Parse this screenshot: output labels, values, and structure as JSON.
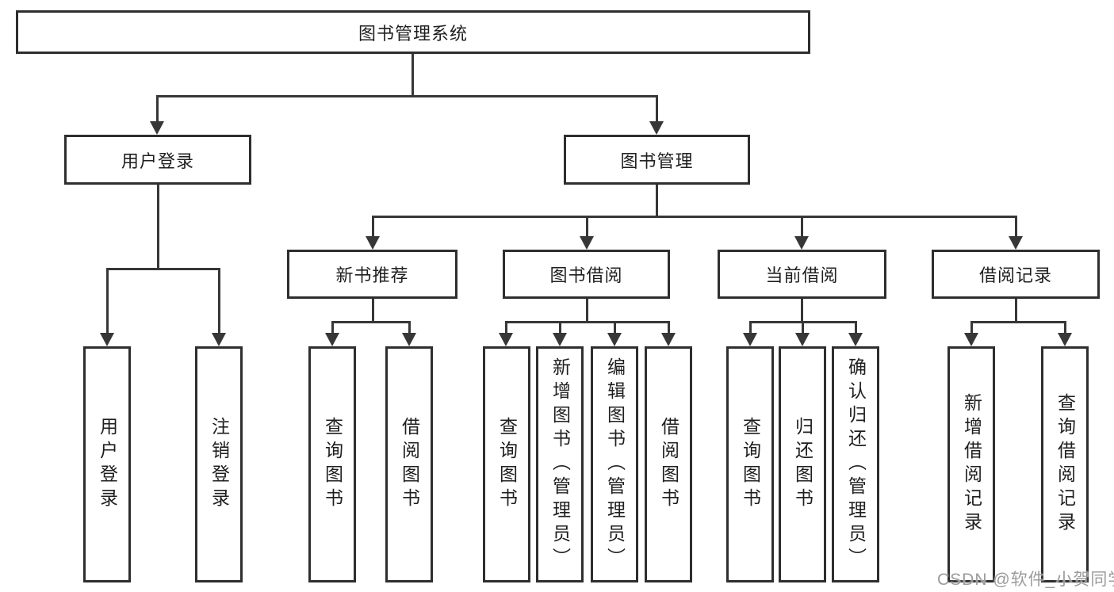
{
  "diagram": {
    "title": "图书管理系统",
    "root": {
      "label": "图书管理系统"
    },
    "level2": [
      {
        "label": "用户登录"
      },
      {
        "label": "图书管理"
      }
    ],
    "level3": [
      {
        "label": "新书推荐",
        "parent": "图书管理"
      },
      {
        "label": "图书借阅",
        "parent": "图书管理"
      },
      {
        "label": "当前借阅",
        "parent": "图书管理"
      },
      {
        "label": "借阅记录",
        "parent": "图书管理"
      }
    ],
    "leaves": [
      {
        "label": "用户登录",
        "parent": "用户登录"
      },
      {
        "label": "注销登录",
        "parent": "用户登录"
      },
      {
        "label": "查询图书",
        "parent": "新书推荐"
      },
      {
        "label": "借阅图书",
        "parent": "新书推荐"
      },
      {
        "label": "查询图书",
        "parent": "图书借阅"
      },
      {
        "label": "新增图书（管理员）",
        "parent": "图书借阅"
      },
      {
        "label": "编辑图书（管理员）",
        "parent": "图书借阅"
      },
      {
        "label": "借阅图书",
        "parent": "图书借阅"
      },
      {
        "label": "查询图书",
        "parent": "当前借阅"
      },
      {
        "label": "归还图书",
        "parent": "当前借阅"
      },
      {
        "label": "确认归还（管理员）",
        "parent": "当前借阅"
      },
      {
        "label": "新增借阅记录",
        "parent": "借阅记录"
      },
      {
        "label": "查询借阅记录",
        "parent": "借阅记录"
      }
    ]
  },
  "watermark": {
    "text": "CSDN @软件_小贺同学"
  },
  "colors": {
    "line": "#373737",
    "box_border": "#2e2e2e",
    "text": "#1f1f1f",
    "watermark": "#9b9b9b",
    "background": "#ffffff"
  }
}
